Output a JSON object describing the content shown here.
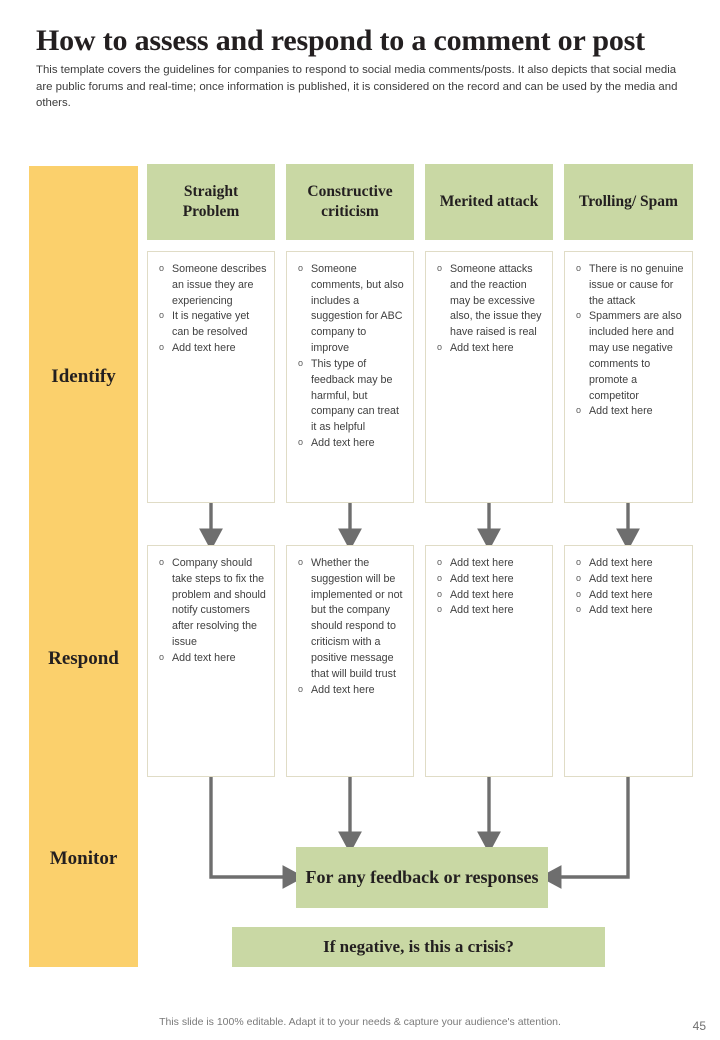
{
  "slide": {
    "title": "How to assess and respond to a comment or post",
    "subtitle": "This template covers the guidelines for companies to respond to social media comments/posts. It also depicts that social media are public forums and real-time; once information is published, it is considered on the record and can be used by the media and others.",
    "footer_note": "This slide is 100% editable. Adapt it to your needs & capture your audience's attention.",
    "page_number": "45"
  },
  "colors": {
    "header_green": "#c9d8a4",
    "rail_yellow": "#fbd06c",
    "cell_border": "#e0dcc6",
    "arrow_gray": "#6e6e6e",
    "text_dark": "#231f20",
    "text_body": "#3f3f3f"
  },
  "phases": [
    {
      "label": "Identify"
    },
    {
      "label": "Respond"
    },
    {
      "label": "Monitor"
    }
  ],
  "columns": [
    {
      "header": "Straight Problem",
      "identify": [
        "Someone describes an issue they are experiencing",
        "It is negative yet can be resolved",
        "Add text here"
      ],
      "respond": [
        "Company should take steps to fix the problem and should notify customers after resolving the issue",
        "Add text here"
      ]
    },
    {
      "header": "Constructive criticism",
      "identify": [
        "Someone comments, but also includes a suggestion for ABC company to improve",
        "This type of feedback may be harmful, but company can treat it as helpful",
        "Add text here"
      ],
      "respond": [
        "Whether the suggestion will be implemented or not but the company should respond to criticism with a positive message that will build trust",
        "Add text here"
      ]
    },
    {
      "header": "Merited attack",
      "identify": [
        "Someone attacks and the reaction may be excessive also, the issue they have raised is real",
        "Add text here"
      ],
      "respond": [
        "Add text here",
        "Add text here",
        "Add text here",
        "Add text here"
      ]
    },
    {
      "header": "Trolling/ Spam",
      "identify": [
        "There is no genuine issue or cause for the attack",
        "Spammers are also included here and may use negative comments to promote a competitor",
        "Add text here"
      ],
      "respond": [
        "Add text here",
        "Add text here",
        "Add text here",
        "Add text here"
      ]
    }
  ],
  "monitor": {
    "feedback_box": "For any feedback or responses",
    "crisis_box": "If negative, is this a crisis?"
  }
}
